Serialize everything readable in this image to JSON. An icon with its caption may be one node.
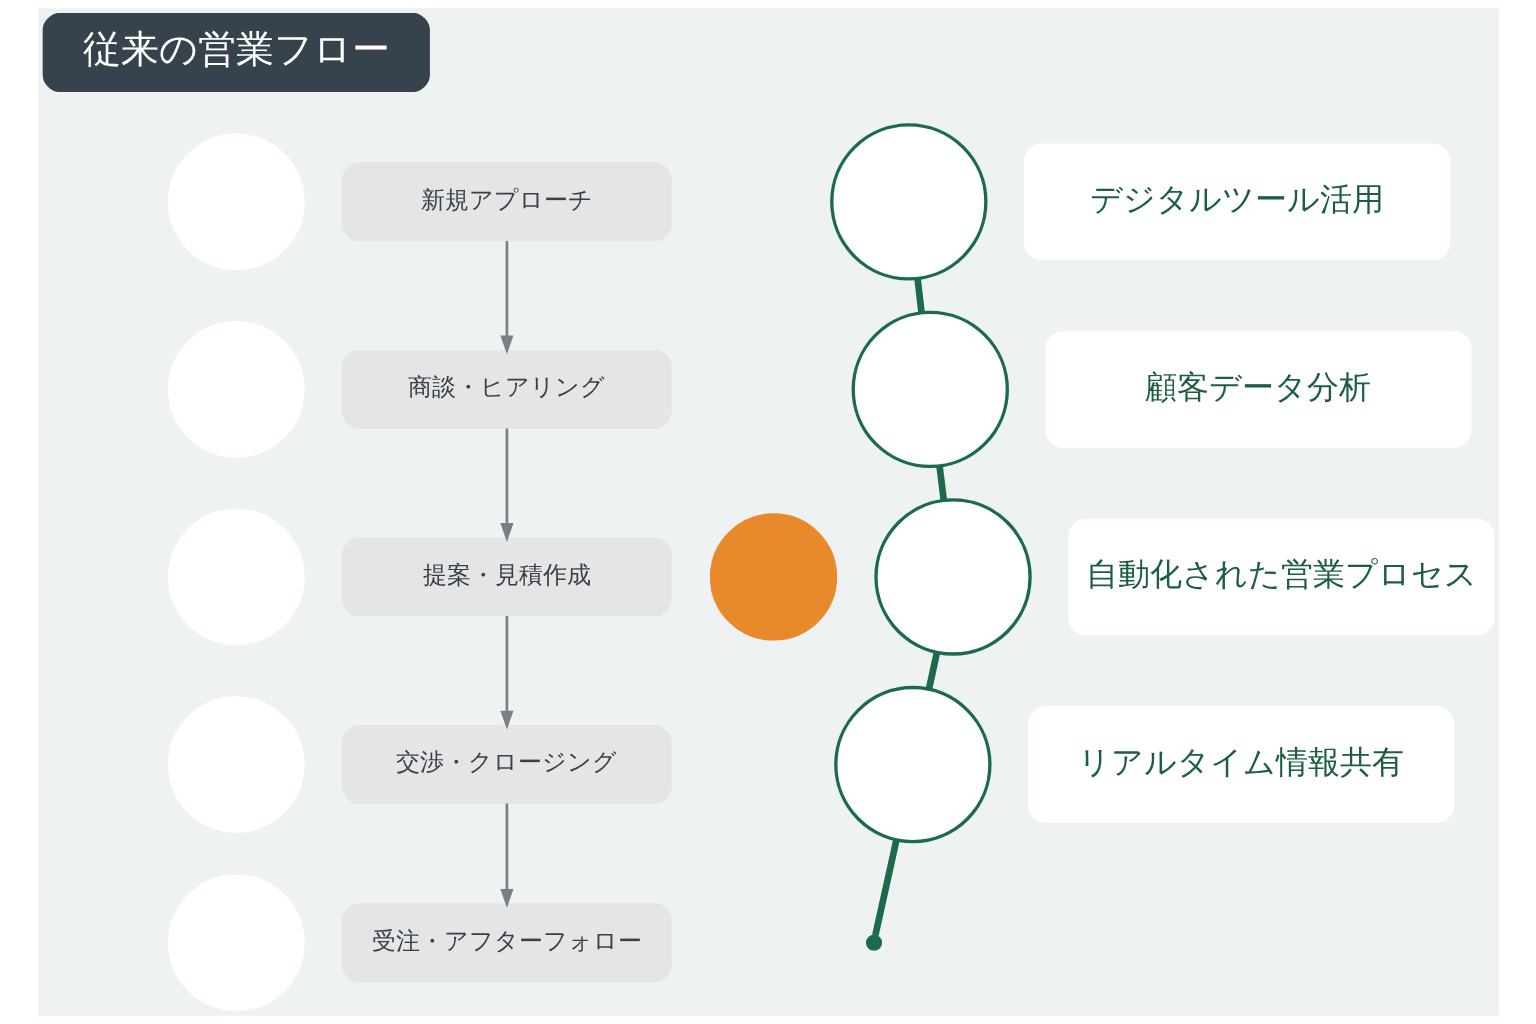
{
  "diagram": {
    "nodes": [
      {
        "text": [
          "従来の営業フロー"
        ]
      },
      {
        "text": [],
        "shape": "circle"
      },
      {
        "text": [
          "新規アプローチ"
        ]
      },
      {
        "text": [],
        "shape": "circle"
      },
      {
        "text": [
          "商談・ヒアリング"
        ]
      },
      {
        "text": [],
        "shape": "circle"
      },
      {
        "text": [
          "提案・見積作成"
        ]
      },
      {
        "text": [],
        "shape": "circle"
      },
      {
        "text": [
          "交渉・クロージング"
        ]
      },
      {
        "text": [],
        "shape": "circle"
      },
      {
        "text": [
          "受注・アフターフォロー"
        ]
      },
      {
        "text": [],
        "shape": "circle"
      },
      {
        "text": [],
        "shape": "circle"
      },
      {
        "text": [
          "デジタルツール活用"
        ]
      },
      {
        "text": [],
        "shape": "circle"
      },
      {
        "text": [
          "顧客データ分析"
        ]
      },
      {
        "text": [],
        "shape": "circle"
      },
      {
        "text": [
          "自動化された営業プロセス"
        ]
      },
      {
        "text": [],
        "shape": "circle"
      },
      {
        "text": [
          "リアルタイム情報共有"
        ]
      },
      {
        "text": [],
        "shape": "circle"
      }
    ],
    "edges": [
      {
        "from": 2,
        "to": 4,
        "arrow": "to",
        "color": "#7a7f85"
      },
      {
        "from": 4,
        "to": 6,
        "arrow": "to",
        "color": "#7a7f85"
      },
      {
        "from": 6,
        "to": 8,
        "arrow": "to",
        "color": "#7a7f85"
      },
      {
        "from": 8,
        "to": 10,
        "arrow": "to",
        "color": "#7a7f85"
      },
      {
        "from": 12,
        "to": 14,
        "arrow": "none",
        "style": "thick",
        "color": "#1b6b4a"
      },
      {
        "from": 14,
        "to": 16,
        "arrow": "none",
        "style": "thick",
        "color": "#1b6b4a"
      },
      {
        "from": 16,
        "to": 18,
        "arrow": "none",
        "style": "thick",
        "color": "#1b6b4a"
      },
      {
        "from": 18,
        "to": 20,
        "arrow": "none",
        "style": "thick",
        "color": "#1b6b4a"
      }
    ]
  }
}
